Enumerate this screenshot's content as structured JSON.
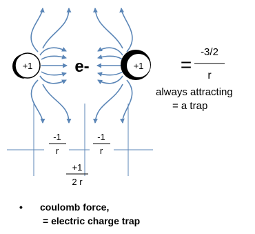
{
  "charges": {
    "left_label": "+1",
    "right_label": "+1",
    "center_label": "e-"
  },
  "equation": {
    "equals": "=",
    "numerator": "-3/2",
    "denominator": "r"
  },
  "annotation": {
    "line1": "always attracting",
    "line2": "= a trap"
  },
  "fractions": {
    "left": {
      "num": "-1",
      "den": "r"
    },
    "right": {
      "num": "-1",
      "den": "r"
    },
    "bottom": {
      "num": "+1",
      "den": "2 r"
    }
  },
  "bullet": {
    "symbol": "•",
    "line1": "coulomb force,",
    "line2": "= electric charge trap"
  },
  "colors": {
    "arrow": "#5b86b7",
    "axis": "#5b86b7",
    "ink": "#000000"
  }
}
